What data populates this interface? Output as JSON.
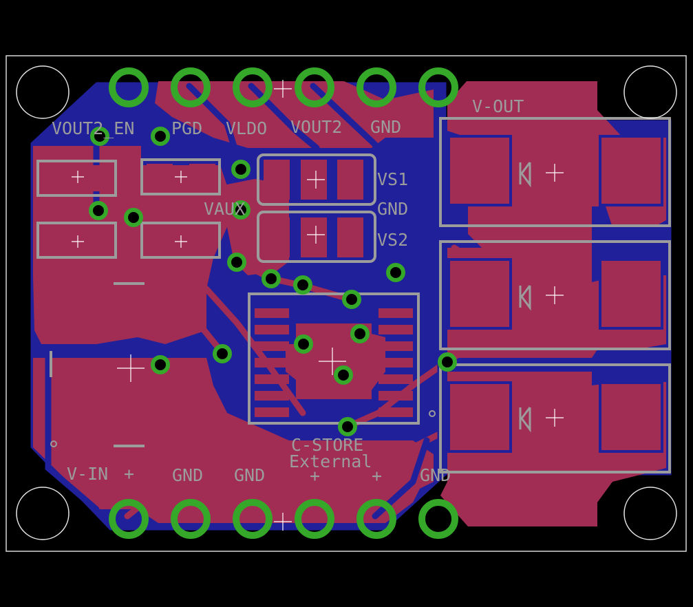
{
  "colors": {
    "background": "#000000",
    "top_copper": "#a12d54",
    "bottom_copper": "#20209a",
    "silkscreen": "#9c9c9c",
    "via_ring": "#35a82a",
    "outline": "#d8d8d8"
  },
  "labels": {
    "vout2_en": "VOUT2_EN",
    "pgd": "PGD",
    "vldo": "VLDO",
    "vout2": "VOUT2",
    "gnd_top": "GND",
    "vout": "V-OUT",
    "vs1": "VS1",
    "gnd_mid": "GND",
    "vs2": "VS2",
    "vaux": "VAUX",
    "cstore": "C-STORE",
    "external": "External",
    "plus1": "+",
    "plus2": "+",
    "vin": "V-IN",
    "vin_plus": "+",
    "gnd_b1": "GND",
    "gnd_b2": "GND",
    "gnd_b3": "GND"
  }
}
